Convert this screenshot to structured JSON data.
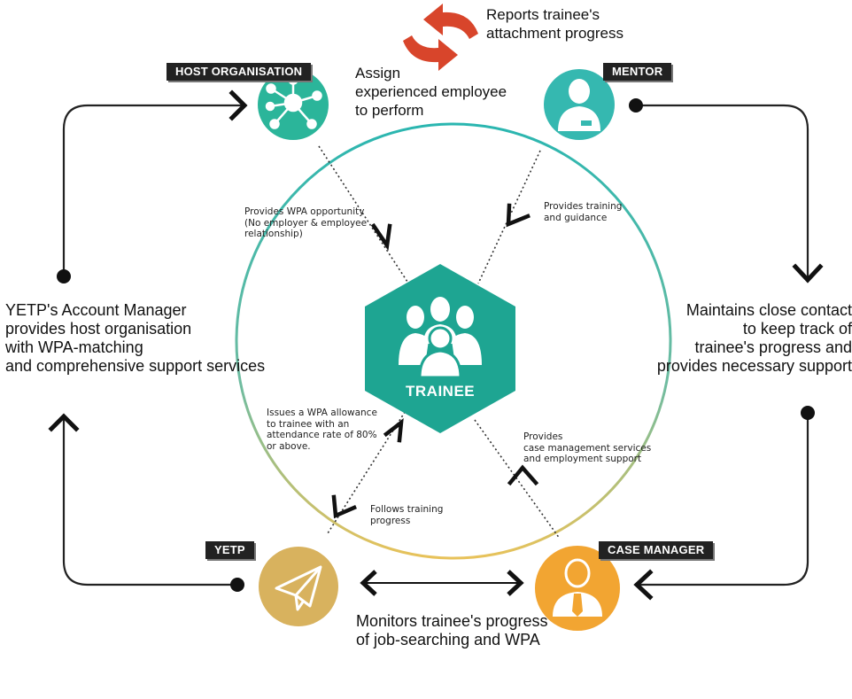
{
  "nodes": {
    "host": {
      "tag": "HOST ORGANISATION",
      "color": "#2bb59a"
    },
    "mentor": {
      "tag": "MENTOR",
      "color": "#35b8b0"
    },
    "yetp": {
      "tag": "YETP",
      "color": "#d8b25e"
    },
    "case_manager": {
      "tag": "CASE MANAGER",
      "color": "#f2a532"
    },
    "trainee": {
      "label": "TRAINEE",
      "color": "#1ea592"
    }
  },
  "colors": {
    "reports_arrows": "#d8452b",
    "circle_top": "#2ab6b0",
    "circle_bottom": "#e8c25a",
    "connector": "#222222"
  },
  "labels": {
    "reports": "Reports trainee's\nattachment progress",
    "assign": "Assign\nexperienced employee\nto perform",
    "account_manager": "YETP's Account Manager\nprovides host organisation\nwith WPA-matching\nand comprehensive support services",
    "maintains": "Maintains close contact\nto keep track of\ntrainee's progress and\nprovides necessary support",
    "monitors": "Monitors trainee's progress\nof job-searching and WPA",
    "provides_wpa": "Provides WPA opportunity\n(No employer & employee\nrelationship)",
    "provides_training": "Provides training\nand guidance",
    "issues_allowance": "Issues a WPA allowance\nto trainee with an\nattendance rate of 80%\nor above.",
    "case_management": "Provides\ncase management services\nand employment support",
    "follows": "Follows training\nprogress"
  }
}
